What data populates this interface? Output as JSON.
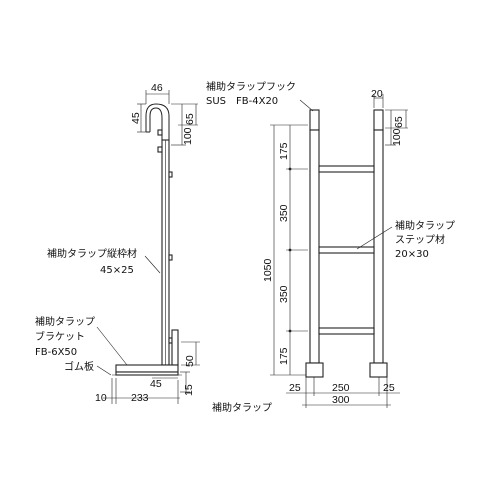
{
  "title": "補助タラップ",
  "side_view": {
    "dims": {
      "hook_width": "46",
      "hook_height": "45",
      "top_100": "100",
      "top_65": "65",
      "base_50": "50",
      "base_45": "45",
      "base_15": "15",
      "base_10": "10",
      "base_233": "233"
    },
    "labels": {
      "frame_line1": "補助タラップ縦枠材",
      "frame_line2": "45×25",
      "bracket_line1": "補助タラップ",
      "bracket_line2": "ブラケット",
      "bracket_line3": "FB-6X50",
      "rubber": "ゴム板"
    }
  },
  "front_view": {
    "dims": {
      "top_width": "20",
      "top_100": "100",
      "top_65": "65",
      "span_175_top": "175",
      "span_350_upper": "350",
      "span_350_lower": "350",
      "span_175_bottom": "175",
      "total_height": "1050",
      "left_25": "25",
      "middle_250": "250",
      "right_25": "25",
      "total_width": "300"
    },
    "labels": {
      "hook_line1": "補助タラップフック",
      "hook_line2": "SUS　FB-4X20",
      "step_line1": "補助タラップ",
      "step_line2": "ステップ材",
      "step_line3": "20×30"
    }
  }
}
